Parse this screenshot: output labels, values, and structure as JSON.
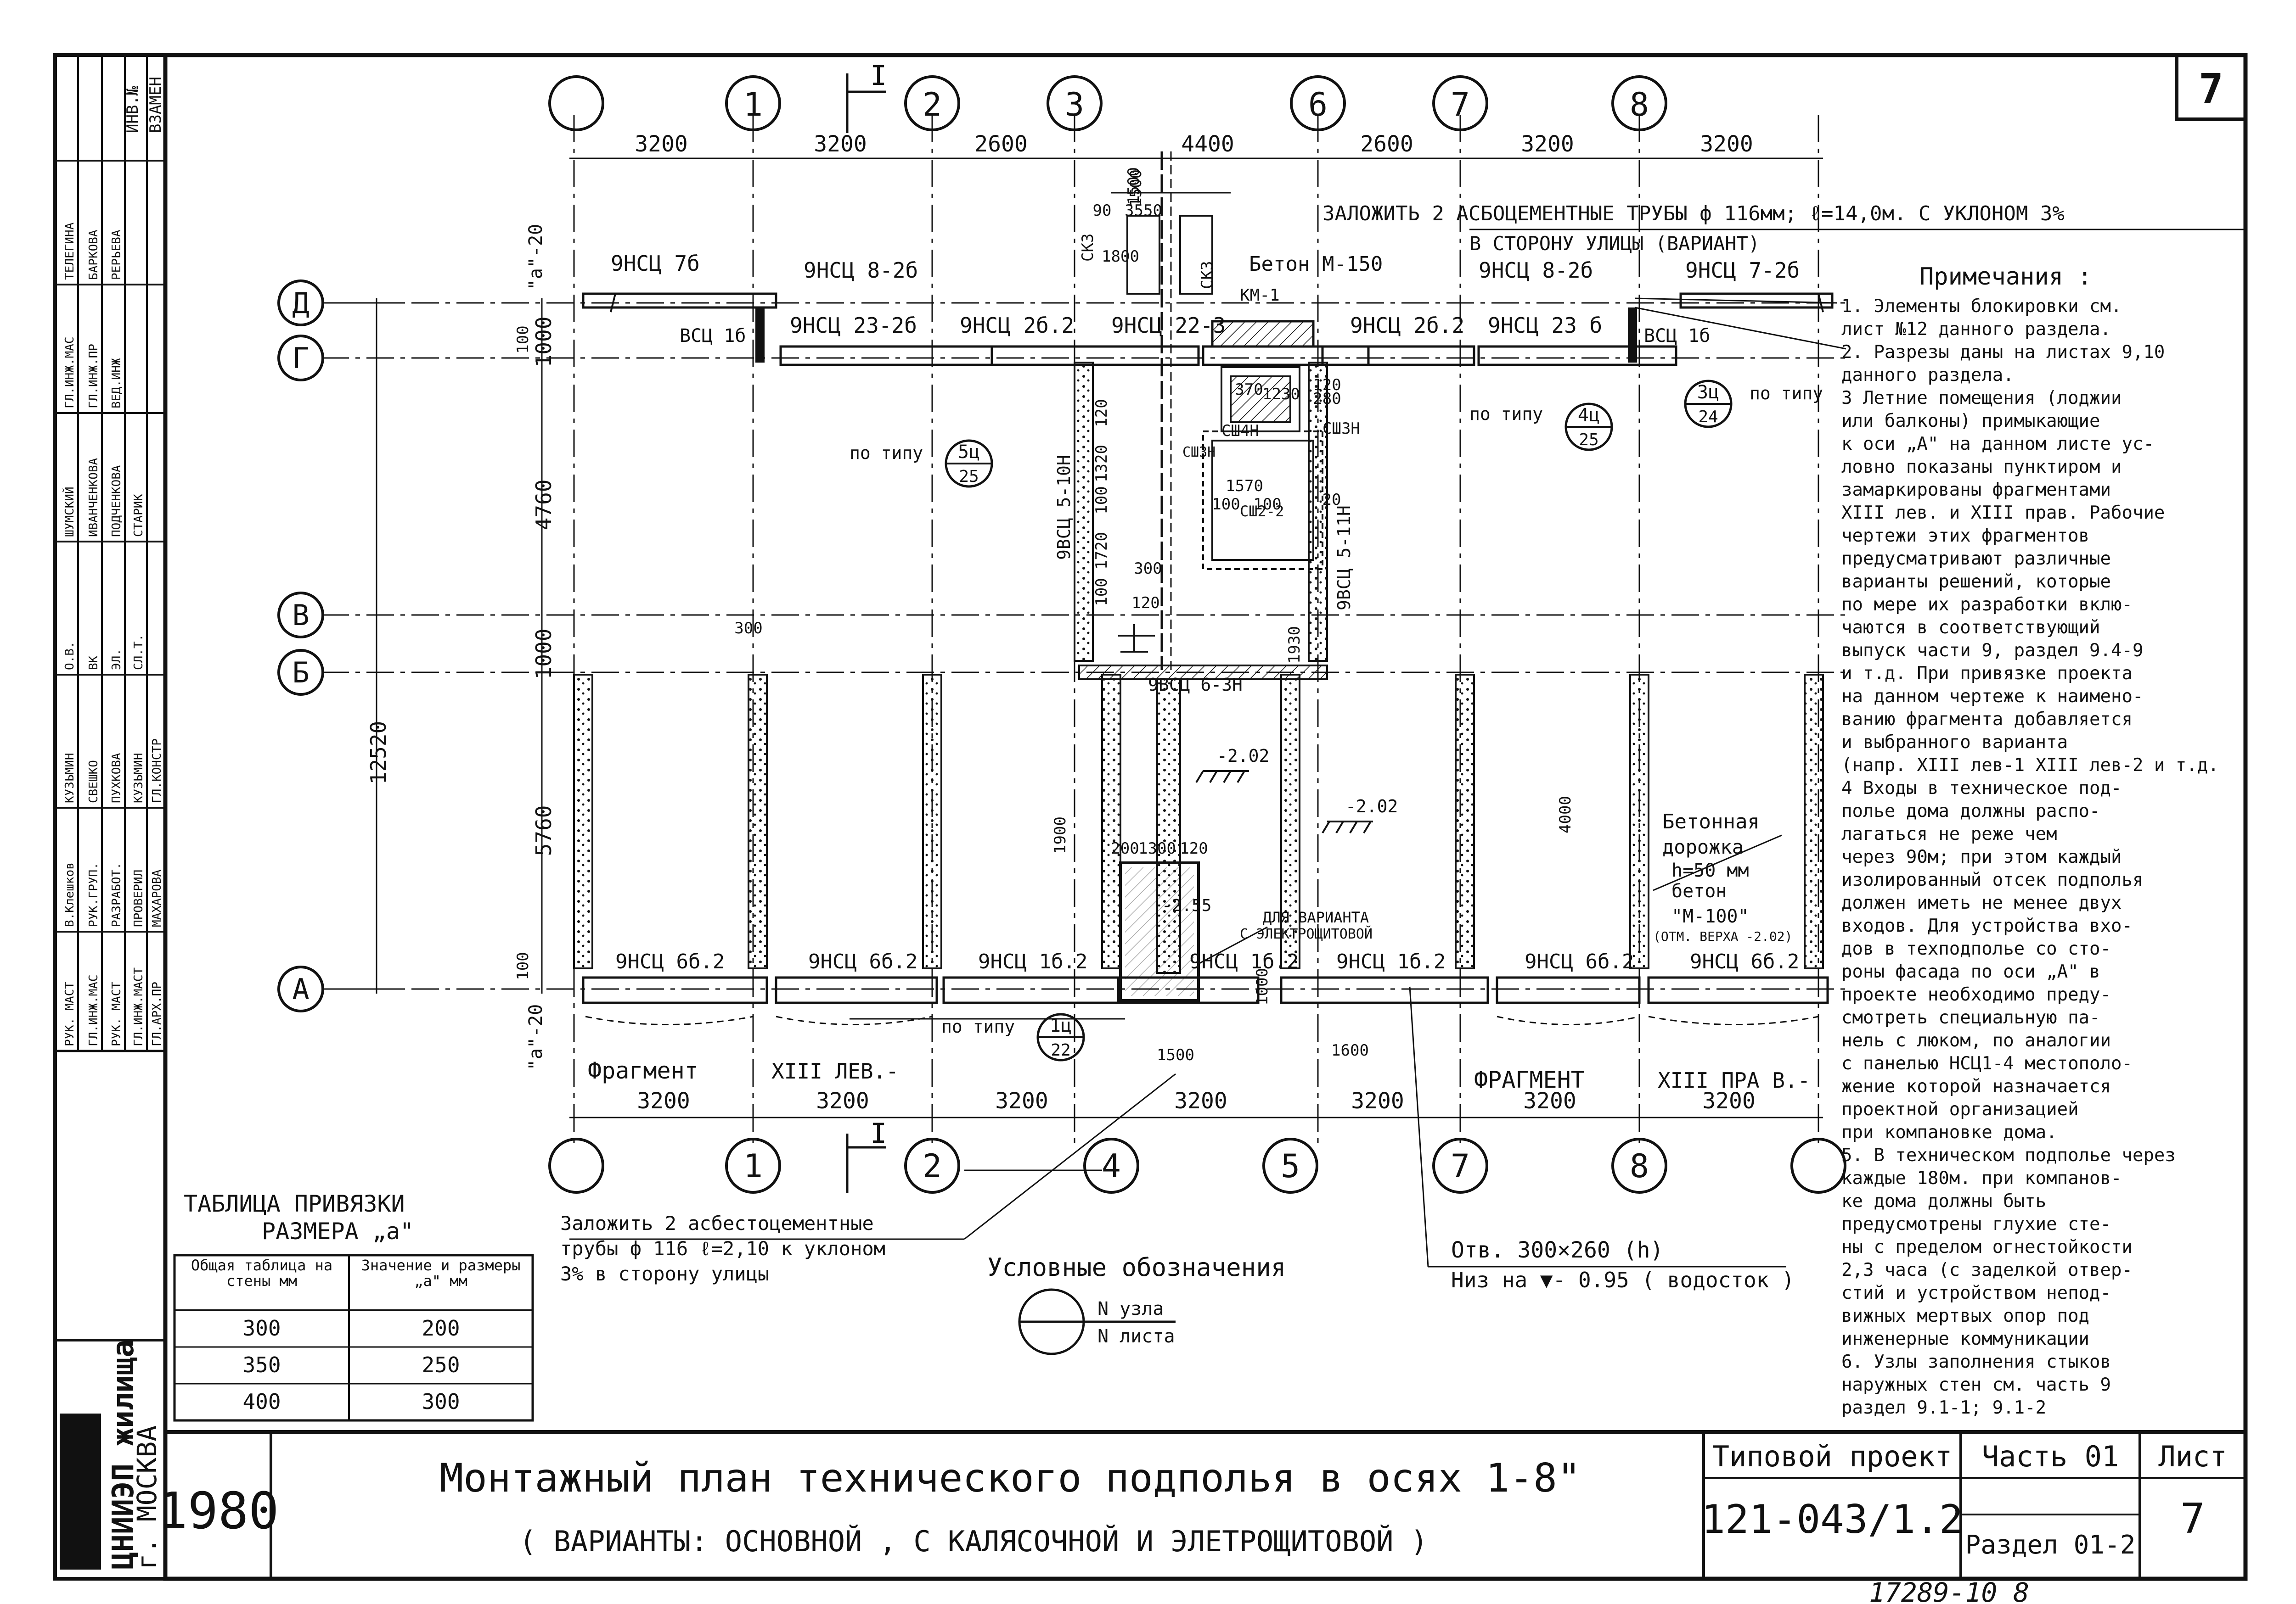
{
  "sheet": {
    "sheet_number_box": "7",
    "organization": "ЦНИИЭП жилища",
    "city": "г. МОСКВА",
    "year": "1980",
    "title": "Монтажный план технического подполья в осях 1-8\"",
    "subtitle": "( ВАРИАНТЫ: ОСНОВНОЙ , С КАЛЯСОЧНОЙ И ЭЛЕТРОЩИТОВОЙ )",
    "subtitle_suffix": "\"",
    "project_label": "Типовой проект",
    "project_number": "121-043/1.2",
    "part_label": "Часть 01",
    "section_label": "Раздел 01-2",
    "sheet_label": "Лист",
    "sheet_value": "7",
    "archive_number": "17289-10   8"
  },
  "stamp": {
    "col1": [
      "РУК. МАСТ",
      "ГЛ.ИНЖ.МАС",
      "РУК. МАСТ",
      "ГЛ.ИНЖ.МАСТ",
      "ГЛ.АРХ.ПР"
    ],
    "col2": [
      "В.Клешков",
      "РУК.ГРУП.",
      "РАЗРАБОТ.",
      "ПРОВЕРИЛ",
      "МАХАРОВА"
    ],
    "col3": [
      "КУЗЬМИН",
      "СВЕШКО",
      "ПУХКОВА",
      "КУЗЬМИН",
      "ГЛ.КОНСТР"
    ],
    "col4": [
      "О.В.",
      "ВК",
      "ЭЛ.",
      "СЛ.Т.",
      ""
    ],
    "col5": [
      "ШУМСКИЙ",
      "ИВАНЧЕНКОВА",
      "ПОДЧЕНКОВА",
      "СТАРИК",
      ""
    ],
    "col6": [
      "ГЛ.ИНЖ.МАС",
      "ГЛ.ИНЖ.ПР",
      "ВЕД.ИНЖ",
      "",
      ""
    ],
    "col7": [
      "ТЕЛЕГИНА",
      "БАРКОВА",
      "РЕРЬЕВА",
      "",
      ""
    ],
    "right": [
      "ИНВ.№",
      "ВЗАМЕН"
    ]
  },
  "axes": {
    "top": [
      "",
      "1",
      "2",
      "3",
      "6",
      "7",
      "8"
    ],
    "bottom": [
      "",
      "1",
      "2",
      "4",
      "5",
      "7",
      "8",
      ""
    ],
    "left": [
      "Д",
      "Г",
      "В",
      "Б",
      "А"
    ],
    "section_mark": "I"
  },
  "dimensions": {
    "top": [
      "3200",
      "3200",
      "2600",
      "4400",
      "2600",
      "3200",
      "3200"
    ],
    "bottom": [
      "3200",
      "3200",
      "3200",
      "3200",
      "3200",
      "3200",
      "3200"
    ],
    "left_vertical": [
      "1000",
      "4760",
      "1000",
      "5760",
      "12520"
    ],
    "a20_top": "\"a\"-20",
    "a20_bottom": "\"a\"-20",
    "misc": [
      "100",
      "100",
      "300",
      "4000",
      "1500",
      "1000",
      "1500",
      "1600",
      "90",
      "3550",
      "1800",
      "1500",
      "120",
      "1320",
      "100",
      "1720",
      "100",
      "1930",
      "370",
      "1230",
      "120",
      "280",
      "1570",
      "100",
      "100",
      "20",
      "300",
      "120",
      "1900",
      "200",
      "1300",
      "120"
    ]
  },
  "panels": {
    "top_row": [
      "9НСЦ 7б",
      "9НСЦ 8-2б",
      "9НСЦ 23-2б",
      "9НСЦ 2б.2",
      "9НСЦ 22-3",
      "9НСЦ 2б.2",
      "9НСЦ 23 б",
      "9НСЦ 8-2б",
      "9НСЦ 7-2б"
    ],
    "top_small": [
      "ВСЦ 1б",
      "ВСЦ 1б",
      "СКЗ",
      "СКЗ"
    ],
    "bottom_row": [
      "9НСЦ 6б.2",
      "9НСЦ 6б.2",
      "9НСЦ 1б.2",
      "9НСЦ 1б.2",
      "9НСЦ 1б.2",
      "9НСЦ 6б.2",
      "9НСЦ 6б.2"
    ],
    "core": [
      "9ВСЦ 5-10Н",
      "9ВСЦ 5-11Н",
      "9ВСЦ 6-3Н",
      "КМ-1",
      "СШ4Н",
      "СШЗН",
      "СШ2-2",
      "СШЗН"
    ]
  },
  "notes_on_plan": {
    "pipes_top": "ЗАЛОЖИТЬ  2 АСБОЦЕМЕНТНЫЕ ТРУБЫ ф 116мм; ℓ=14,0м. С УКЛОНОМ 3%",
    "pipes_top2": "В СТОРОНУ УЛИЦЫ (ВАРИАНТ)",
    "concrete": "Бетон  М-150",
    "by_type": [
      "по типу",
      "по типу",
      "по типу",
      "по типу"
    ],
    "node_refs": [
      [
        "5ц",
        "25"
      ],
      [
        "4ц",
        "25"
      ],
      [
        "3ц",
        "24"
      ],
      [
        "1ц",
        "22"
      ]
    ],
    "elev1": "-2.02",
    "elev2": "-2.02",
    "elev3": "-2.55",
    "variant": "ДЛЯ ВАРИАНТА",
    "variant2": "С ЭЛЕКТРОЩИТОВОЙ",
    "path": [
      "Бетонная",
      "дорожка",
      "h=50 мм",
      "бетон",
      "\"М-100\"",
      "(ОТМ. ВЕРХА -2.02)"
    ],
    "fragment_left": "Фрагмент",
    "fragment_left_tag": "XIII  ЛЕВ.-",
    "fragment_right": "ФРАГМЕНТ",
    "fragment_right_tag": "XIII  ПРА В.-",
    "pipes_bottom": [
      "Заложить  2 асбестоцементные",
      "трубы  ф 116  ℓ=2,10 к уклоном",
      "3%  в сторону   улицы"
    ],
    "hole": [
      "Отв. 300×260 (h)",
      "Низ на ▼- 0.95 ( водосток )"
    ]
  },
  "table": {
    "title": "ТАБЛИЦА    ПРИВЯЗКИ",
    "title2": "РАЗМЕРА „а\"",
    "col1": "Общая таблица на стены мм",
    "col2": "Значение и размеры „а\" мм",
    "rows": [
      [
        "300",
        "200"
      ],
      [
        "350",
        "250"
      ],
      [
        "400",
        "300"
      ]
    ]
  },
  "legend": {
    "title": "Условные обозначения",
    "top": "N узла",
    "bottom": "N листа"
  },
  "notes": {
    "title": "Примечания :",
    "lines": [
      "1. Элементы  блокировки см.",
      "   лист №12  данного раздела.",
      "2. Разрезы даны на листах 9,10",
      "   данного раздела.",
      "3 Летние помещения (лоджии",
      "  или балконы) примыкающие",
      "  к оси „А\" на данном листе ус-",
      "  ловно показаны пунктиром и",
      "  замаркированы фрагментами",
      "  XIII лев. и XIII прав. Рабочие",
      "  чертежи этих фрагментов",
      "  предусматривают различные",
      "  варианты решений, которые",
      "  по мере их разработки вклю-",
      "  чаются в соответствующий",
      "  выпуск  части 9, раздел 9.4-9",
      "  и т.д.  При привязке проекта",
      "  на данном чертеже к наимено-",
      "  ванию фрагмента добавляется",
      "  и выбранного варианта",
      "  (напр. XIII лев-1 XIII лев-2 и т.д.",
      "4 Входы в техническое под-",
      "  полье дома должны распо-",
      "  лагаться не реже чем",
      "  через 90м; при этом каждый",
      "  изолированный отсек подполья",
      "  должен иметь не менее двух",
      "  входов. Для устройства вхо-",
      "  дов в техподполье со сто-",
      "  роны фасада по оси „А\" в",
      "  проекте необходимо преду-",
      "  смотреть специальную па-",
      "  нель с люком, по аналогии",
      "  с панелью НСЦ1-4 местополо-",
      "  жение которой назначается",
      "  проектной организацией",
      "  при компановке дома.",
      "5. В техническом подполье через",
      "  каждые 180м. при компанов-",
      "  ке дома должны быть",
      "  предусмотрены глухие сте-",
      "  ны с пределом огнестойкости",
      "  2,3 часа (с заделкой отвер-",
      "  стий и устройством непод-",
      "  вижных мертвых опор под",
      "  инженерные коммуникации",
      "6. Узлы заполнения стыков",
      "  наружных стен см. часть 9",
      "  раздел 9.1-1; 9.1-2"
    ]
  }
}
